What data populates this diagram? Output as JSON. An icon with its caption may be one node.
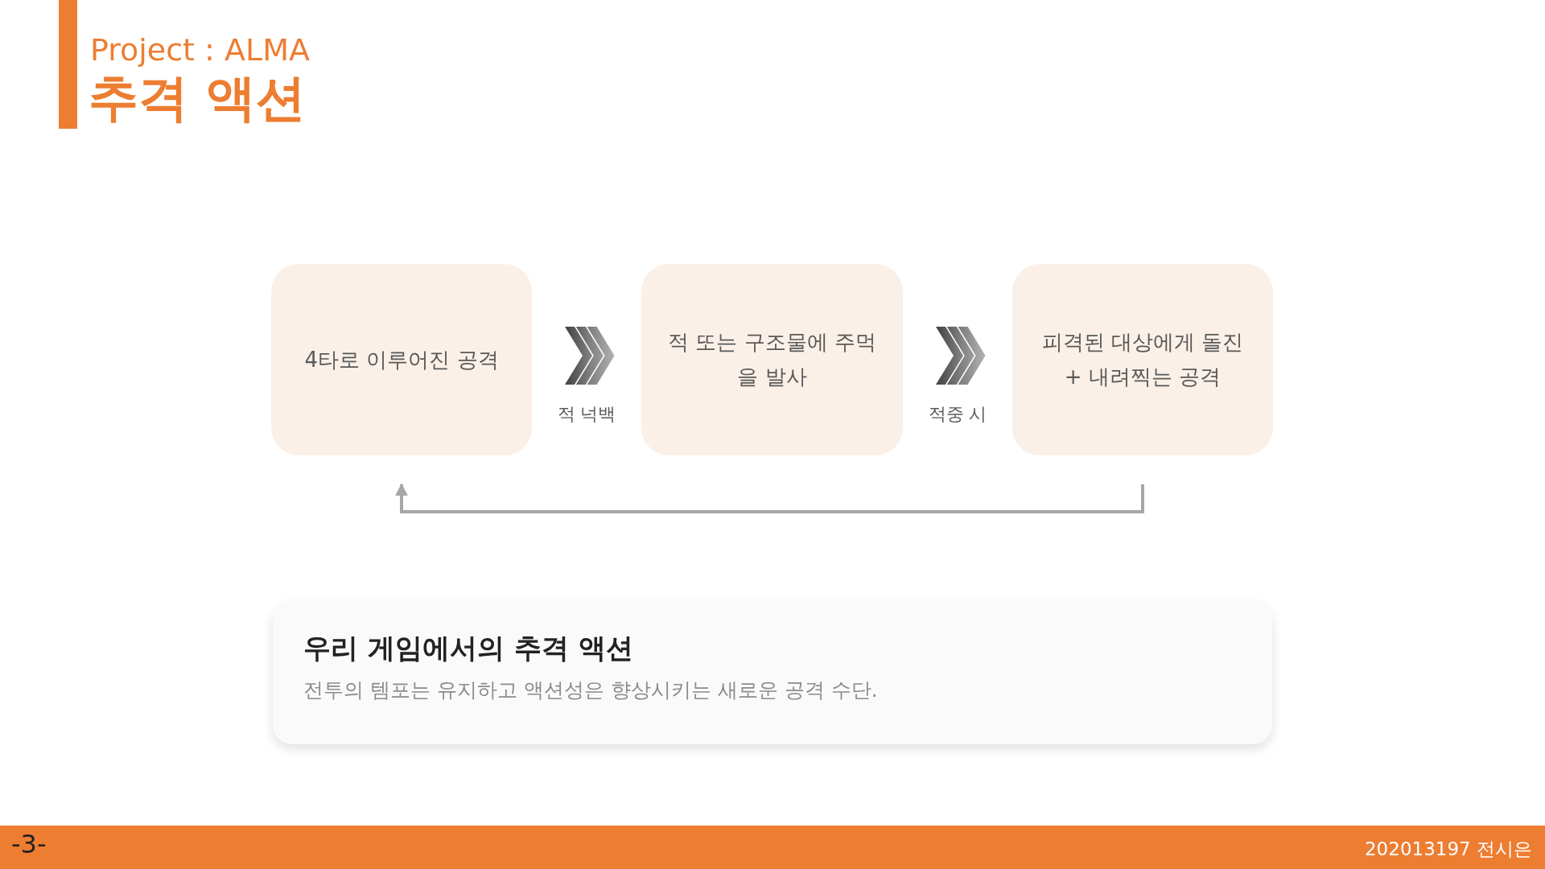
{
  "diagram": {
    "title": "추격 액션",
    "nodes": [
      {
        "text": [
          "4타로 이루어진 공격"
        ]
      },
      {
        "text": [
          "적 또는 구조물에 주먹을 발사"
        ]
      },
      {
        "text": [
          "피격된 대상에게 돌진 + 내려찍는 공격"
        ]
      },
      {
        "text": [
          "우리 게임에서의 추격 액션",
          "전투의 템포는 유지하고 액션성은 향상시키는 새로운 공격 수단."
        ]
      }
    ],
    "edges": [
      {
        "from": 0,
        "to": 1,
        "arrow": "to",
        "label": "적 넉백",
        "style": "thick"
      },
      {
        "from": 1,
        "to": 2,
        "arrow": "to",
        "label": "적중 시",
        "style": "thick"
      },
      {
        "from": 2,
        "to": 0,
        "arrow": "to",
        "color": "#a6a6a6"
      }
    ],
    "labels": [
      "Project : ALMA",
      "-3-",
      "202013197 전시은"
    ]
  }
}
